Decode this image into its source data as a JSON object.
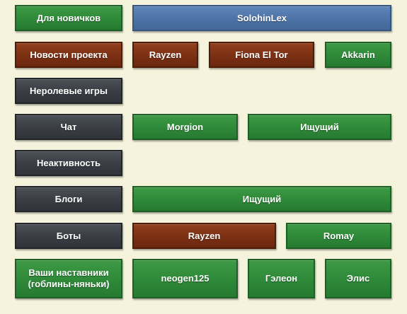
{
  "colors": {
    "background": "#f5f3dc",
    "green": "#2f8a39",
    "red": "#7d3114",
    "dark": "#3b3f45",
    "blue": "#4e74a8"
  },
  "rows": {
    "newbies": {
      "label": "Для новичков",
      "users": [
        "SolohinLex"
      ]
    },
    "news": {
      "label": "Новости проекта",
      "users": [
        "Rayzen",
        "Fiona El Tor",
        "Akkarin"
      ]
    },
    "nonrp": {
      "label": "Неролевые игры"
    },
    "chat": {
      "label": "Чат",
      "users": [
        "Morgion",
        "Ищущий"
      ]
    },
    "inactivity": {
      "label": "Неактивность"
    },
    "blogs": {
      "label": "Блоги",
      "users": [
        "Ищущий"
      ]
    },
    "bots": {
      "label": "Боты",
      "users": [
        "Rayzen",
        "Romay"
      ]
    },
    "mentors": {
      "label": "Ваши наставники (гоблины-няньки)",
      "users": [
        "neogen125",
        "Гэлеон",
        "Элис"
      ]
    }
  }
}
